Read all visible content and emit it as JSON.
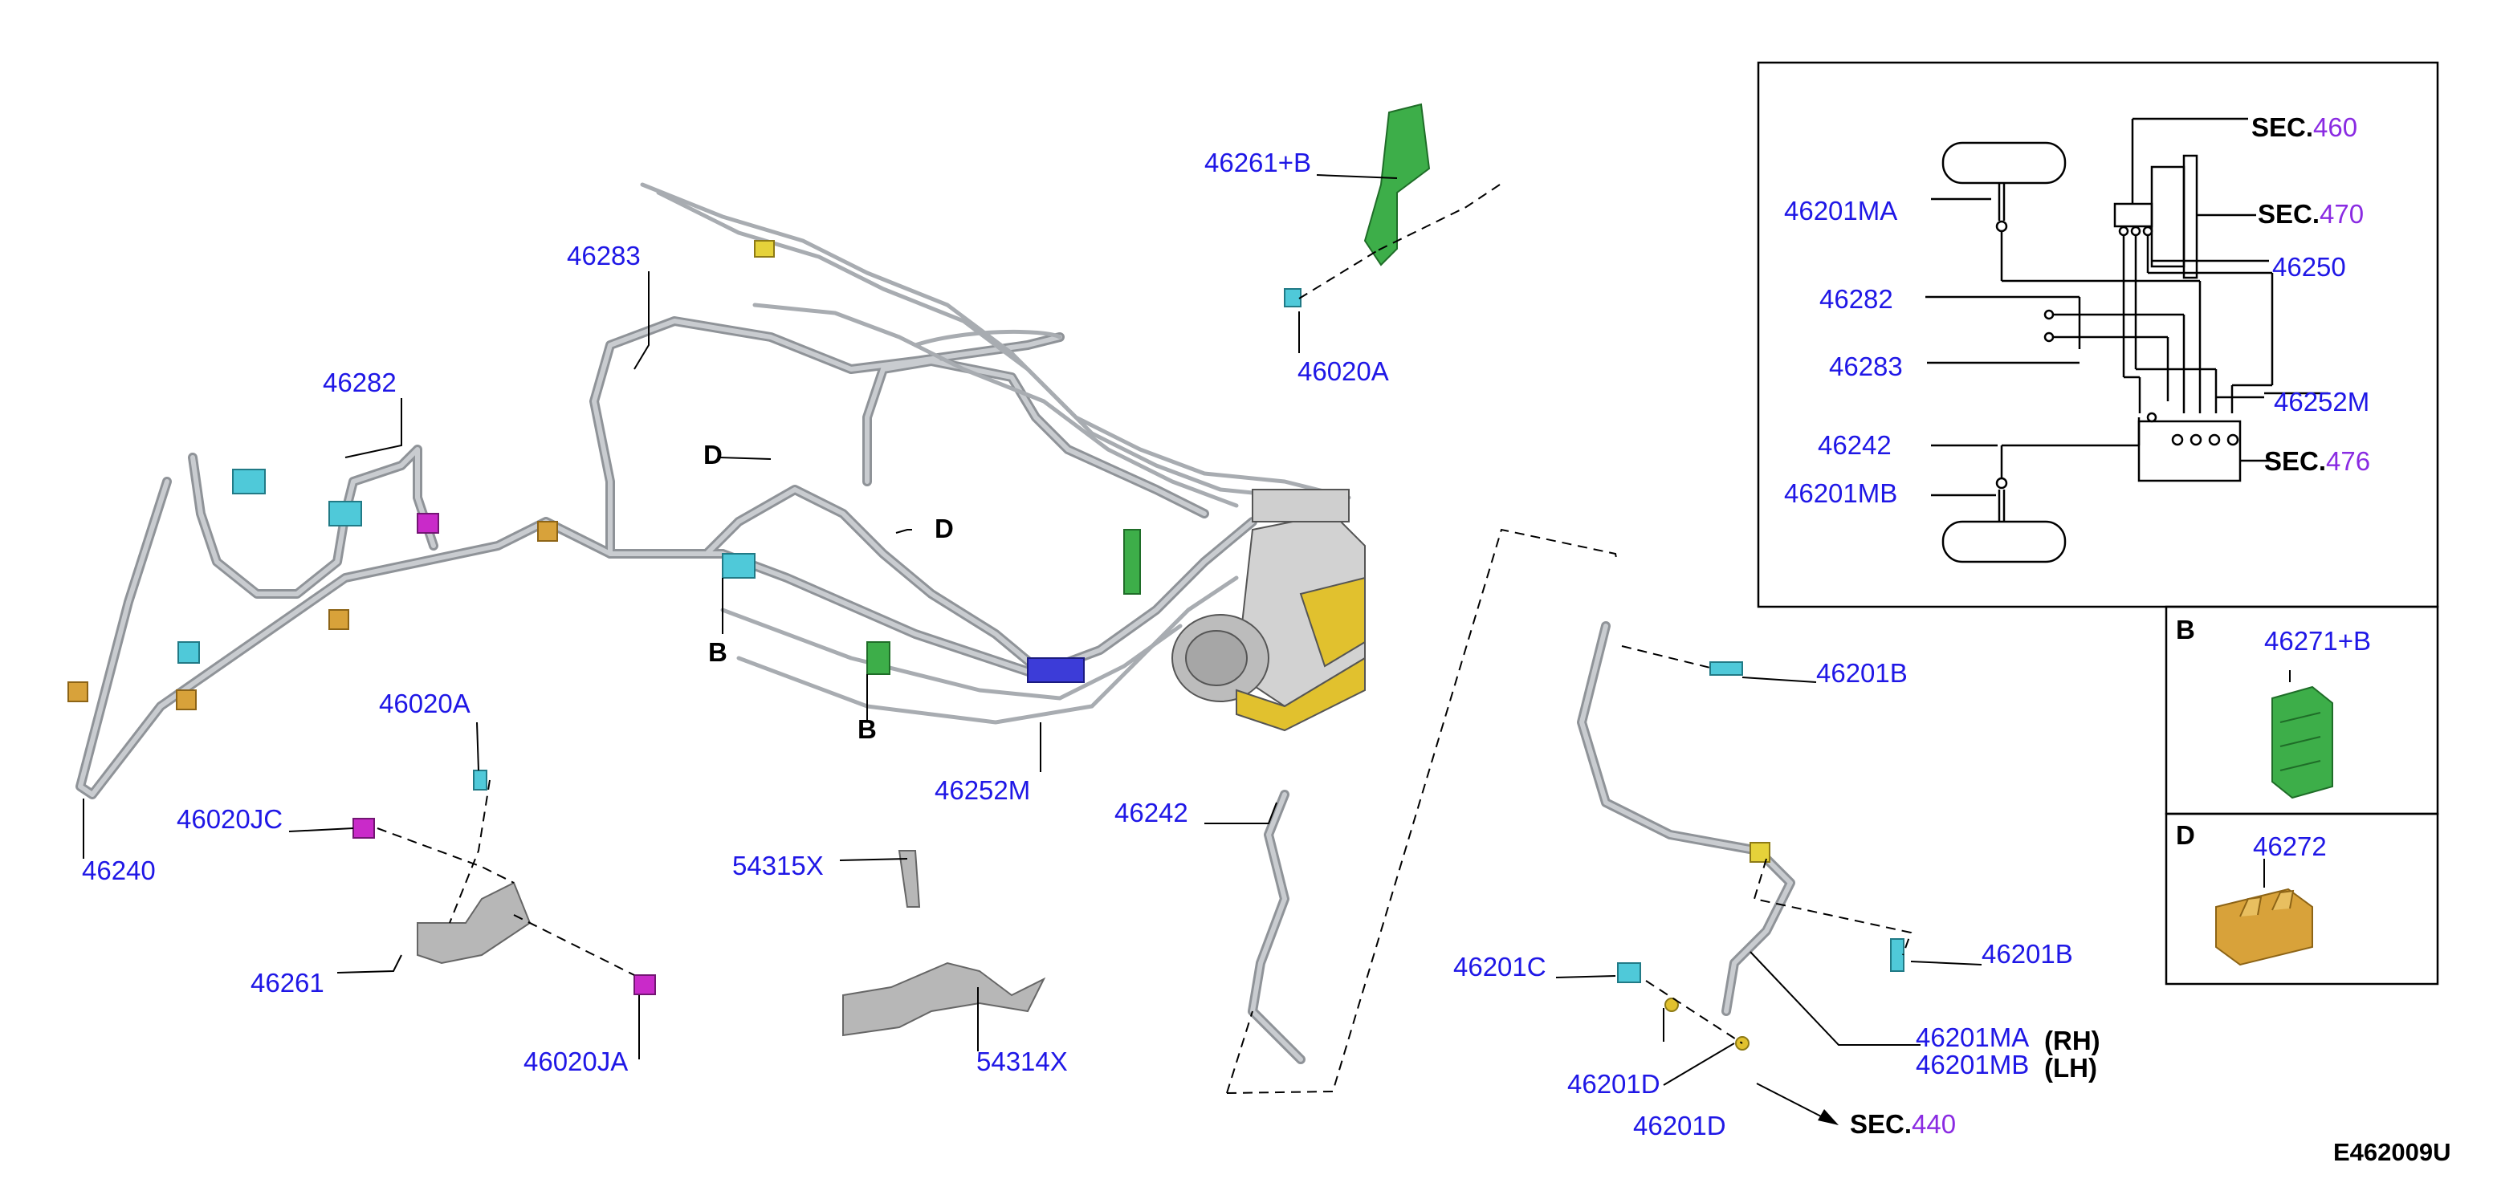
{
  "colors": {
    "part_number": "#1f17e6",
    "section_number": "#8a2be2",
    "tube": "#b9bdc2",
    "clip_green": "#3dae49",
    "clip_cyan": "#4fc9d9",
    "clip_magenta": "#c92ac9",
    "clip_orange": "#d8a23a",
    "clip_yellow": "#e5d23a",
    "connector_blue": "#3c3cd8",
    "actuator_yellow": "#e1c12e",
    "actuator_gray": "#c8c8c8"
  },
  "main_labels": {
    "p46261B": "46261+B",
    "p46283": "46283",
    "p46020A_top": "46020A",
    "p46282": "46282",
    "p46020A_mid": "46020A",
    "p46020JC": "46020JC",
    "p46240": "46240",
    "p46261": "46261",
    "p46020JA": "46020JA",
    "p54315X": "54315X",
    "p54314X": "54314X",
    "p46252M": "46252M",
    "p46242": "46242",
    "p46201B_top": "46201B",
    "p46201B_bot": "46201B",
    "p46201C": "46201C",
    "p46201D_a": "46201D",
    "p46201D_b": "46201D",
    "p46201MA": "46201MA",
    "p46201MB": "46201MB"
  },
  "view_markers": {
    "d1": "D",
    "d2": "D",
    "b1": "B",
    "b2": "B"
  },
  "side_labels": {
    "rh": "(RH)",
    "lh": "(LH)"
  },
  "section_refs": {
    "prefix": "SEC.",
    "sec440": "440",
    "sec460": "460",
    "sec470": "470",
    "sec476": "476"
  },
  "schematic": {
    "p46201MA": "46201MA",
    "p46282": "46282",
    "p46283": "46283",
    "p46242": "46242",
    "p46201MB": "46201MB",
    "p46250": "46250",
    "p46252M": "46252M"
  },
  "detail_b": {
    "letter": "B",
    "part": "46271+B"
  },
  "detail_d": {
    "letter": "D",
    "part": "46272"
  },
  "figure_id": "E462009U"
}
